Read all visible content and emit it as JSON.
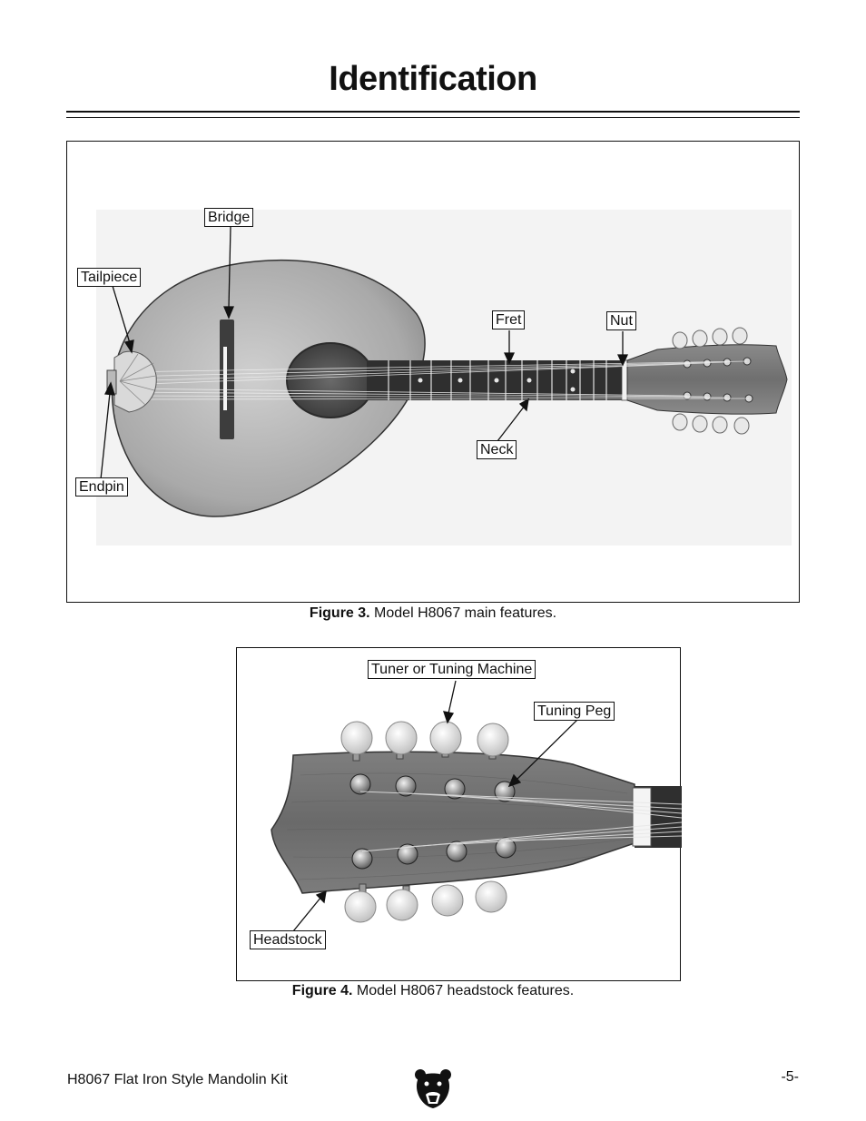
{
  "page": {
    "title": "Identification",
    "footer_left": "H8067 Flat Iron Style Mandolin Kit",
    "page_number": "-5-"
  },
  "figure3": {
    "caption_bold": "Figure 3.",
    "caption_text": " Model H8067 main features.",
    "labels": {
      "bridge": "Bridge",
      "tailpiece": "Tailpiece",
      "endpin": "Endpin",
      "fret": "Fret",
      "nut": "Nut",
      "neck": "Neck"
    }
  },
  "figure4": {
    "caption_bold": "Figure 4.",
    "caption_text": " Model H8067 headstock features.",
    "labels": {
      "tuner": "Tuner or Tuning Machine",
      "tuning_peg": "Tuning Peg",
      "headstock": "Headstock"
    }
  },
  "icons": {
    "logo": "bear-head-icon"
  }
}
